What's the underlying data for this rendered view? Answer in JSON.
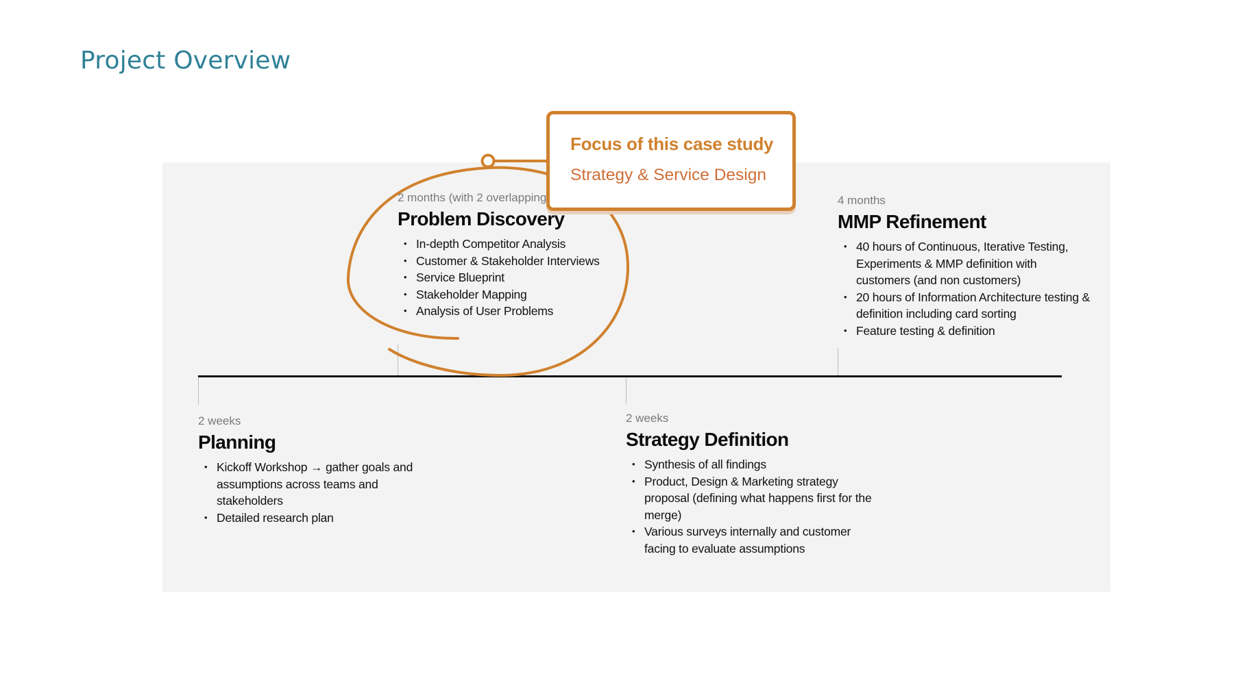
{
  "title": "Project Overview",
  "callout": {
    "title": "Focus of this case study",
    "subtitle": "Strategy & Service Design"
  },
  "phases": {
    "planning": {
      "duration": "2 weeks",
      "title": "Planning",
      "bullets": [
        "Kickoff Workshop → gather goals and assumptions across teams and stakeholders",
        "Detailed research plan"
      ]
    },
    "problem_discovery": {
      "duration": "2 months (with 2 overlapping",
      "title": "Problem Discovery",
      "bullets": [
        "In-depth Competitor Analysis",
        "Customer & Stakeholder Interviews",
        "Service Blueprint",
        "Stakeholder Mapping",
        "Analysis of User Problems"
      ]
    },
    "strategy_definition": {
      "duration": "2 weeks",
      "title": "Strategy Definition",
      "bullets": [
        "Synthesis of all findings",
        "Product, Design  & Marketing strategy proposal (defining what happens first for the merge)",
        "Various surveys internally and customer facing to evaluate assumptions"
      ]
    },
    "mmp_refinement": {
      "duration": "4 months",
      "title": "MMP Refinement",
      "bullets": [
        "40 hours of Continuous, Iterative Testing, Experiments  & MMP definition with customers (and non customers)",
        "20 hours of Information Architecture testing & definition including card sorting",
        "Feature testing & definition"
      ]
    }
  },
  "colors": {
    "title": "#2f8197",
    "accent": "#d0812e",
    "accent_subtitle": "#cf6f38",
    "panel": "#f3f3f3",
    "timeline": "#111111"
  }
}
